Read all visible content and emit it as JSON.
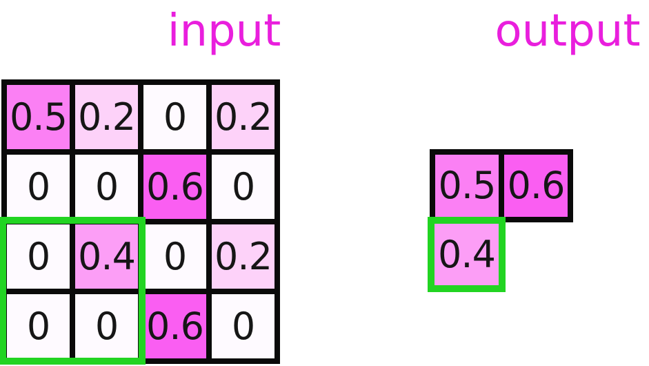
{
  "titles": {
    "input": "input",
    "output": "output"
  },
  "palette": {
    "title_color": "#e91fdd",
    "grid_line_color": "#0a0a0a",
    "highlight_green": "#22d422",
    "value_colors": {
      "0": "#fefaff",
      "0.2": "#fdd2f9",
      "0.4": "#fc9ef6",
      "0.5": "#fb80f4",
      "0.6": "#fa5ef2"
    }
  },
  "input": {
    "rows": 4,
    "cols": 4,
    "values": [
      [
        "0.5",
        "0.2",
        "0",
        "0.2"
      ],
      [
        "0",
        "0",
        "0.6",
        "0"
      ],
      [
        "0",
        "0.4",
        "0",
        "0.2"
      ],
      [
        "0",
        "0",
        "0.6",
        "0"
      ]
    ],
    "cells": [
      {
        "v": "0.5",
        "bg": "#fb80f4"
      },
      {
        "v": "0.2",
        "bg": "#fdd2f9"
      },
      {
        "v": "0",
        "bg": "#fefaff"
      },
      {
        "v": "0.2",
        "bg": "#fdd2f9"
      },
      {
        "v": "0",
        "bg": "#fefaff"
      },
      {
        "v": "0",
        "bg": "#fefaff"
      },
      {
        "v": "0.6",
        "bg": "#fa5ef2"
      },
      {
        "v": "0",
        "bg": "#fefaff"
      },
      {
        "v": "0",
        "bg": "#fefaff"
      },
      {
        "v": "0.4",
        "bg": "#fc9ef6"
      },
      {
        "v": "0",
        "bg": "#fefaff"
      },
      {
        "v": "0.2",
        "bg": "#fdd2f9"
      },
      {
        "v": "0",
        "bg": "#fefaff"
      },
      {
        "v": "0",
        "bg": "#fefaff"
      },
      {
        "v": "0.6",
        "bg": "#fa5ef2"
      },
      {
        "v": "0",
        "bg": "#fefaff"
      }
    ],
    "highlighted_region": "bottom-left 2x2 block (rows 3-4, cols 1-2)"
  },
  "output": {
    "cells": [
      {
        "v": "0.5",
        "bg": "#fb80f4"
      },
      {
        "v": "0.6",
        "bg": "#fa5ef2"
      }
    ],
    "green_cell": {
      "v": "0.4",
      "bg": "#fc9ef6"
    }
  }
}
